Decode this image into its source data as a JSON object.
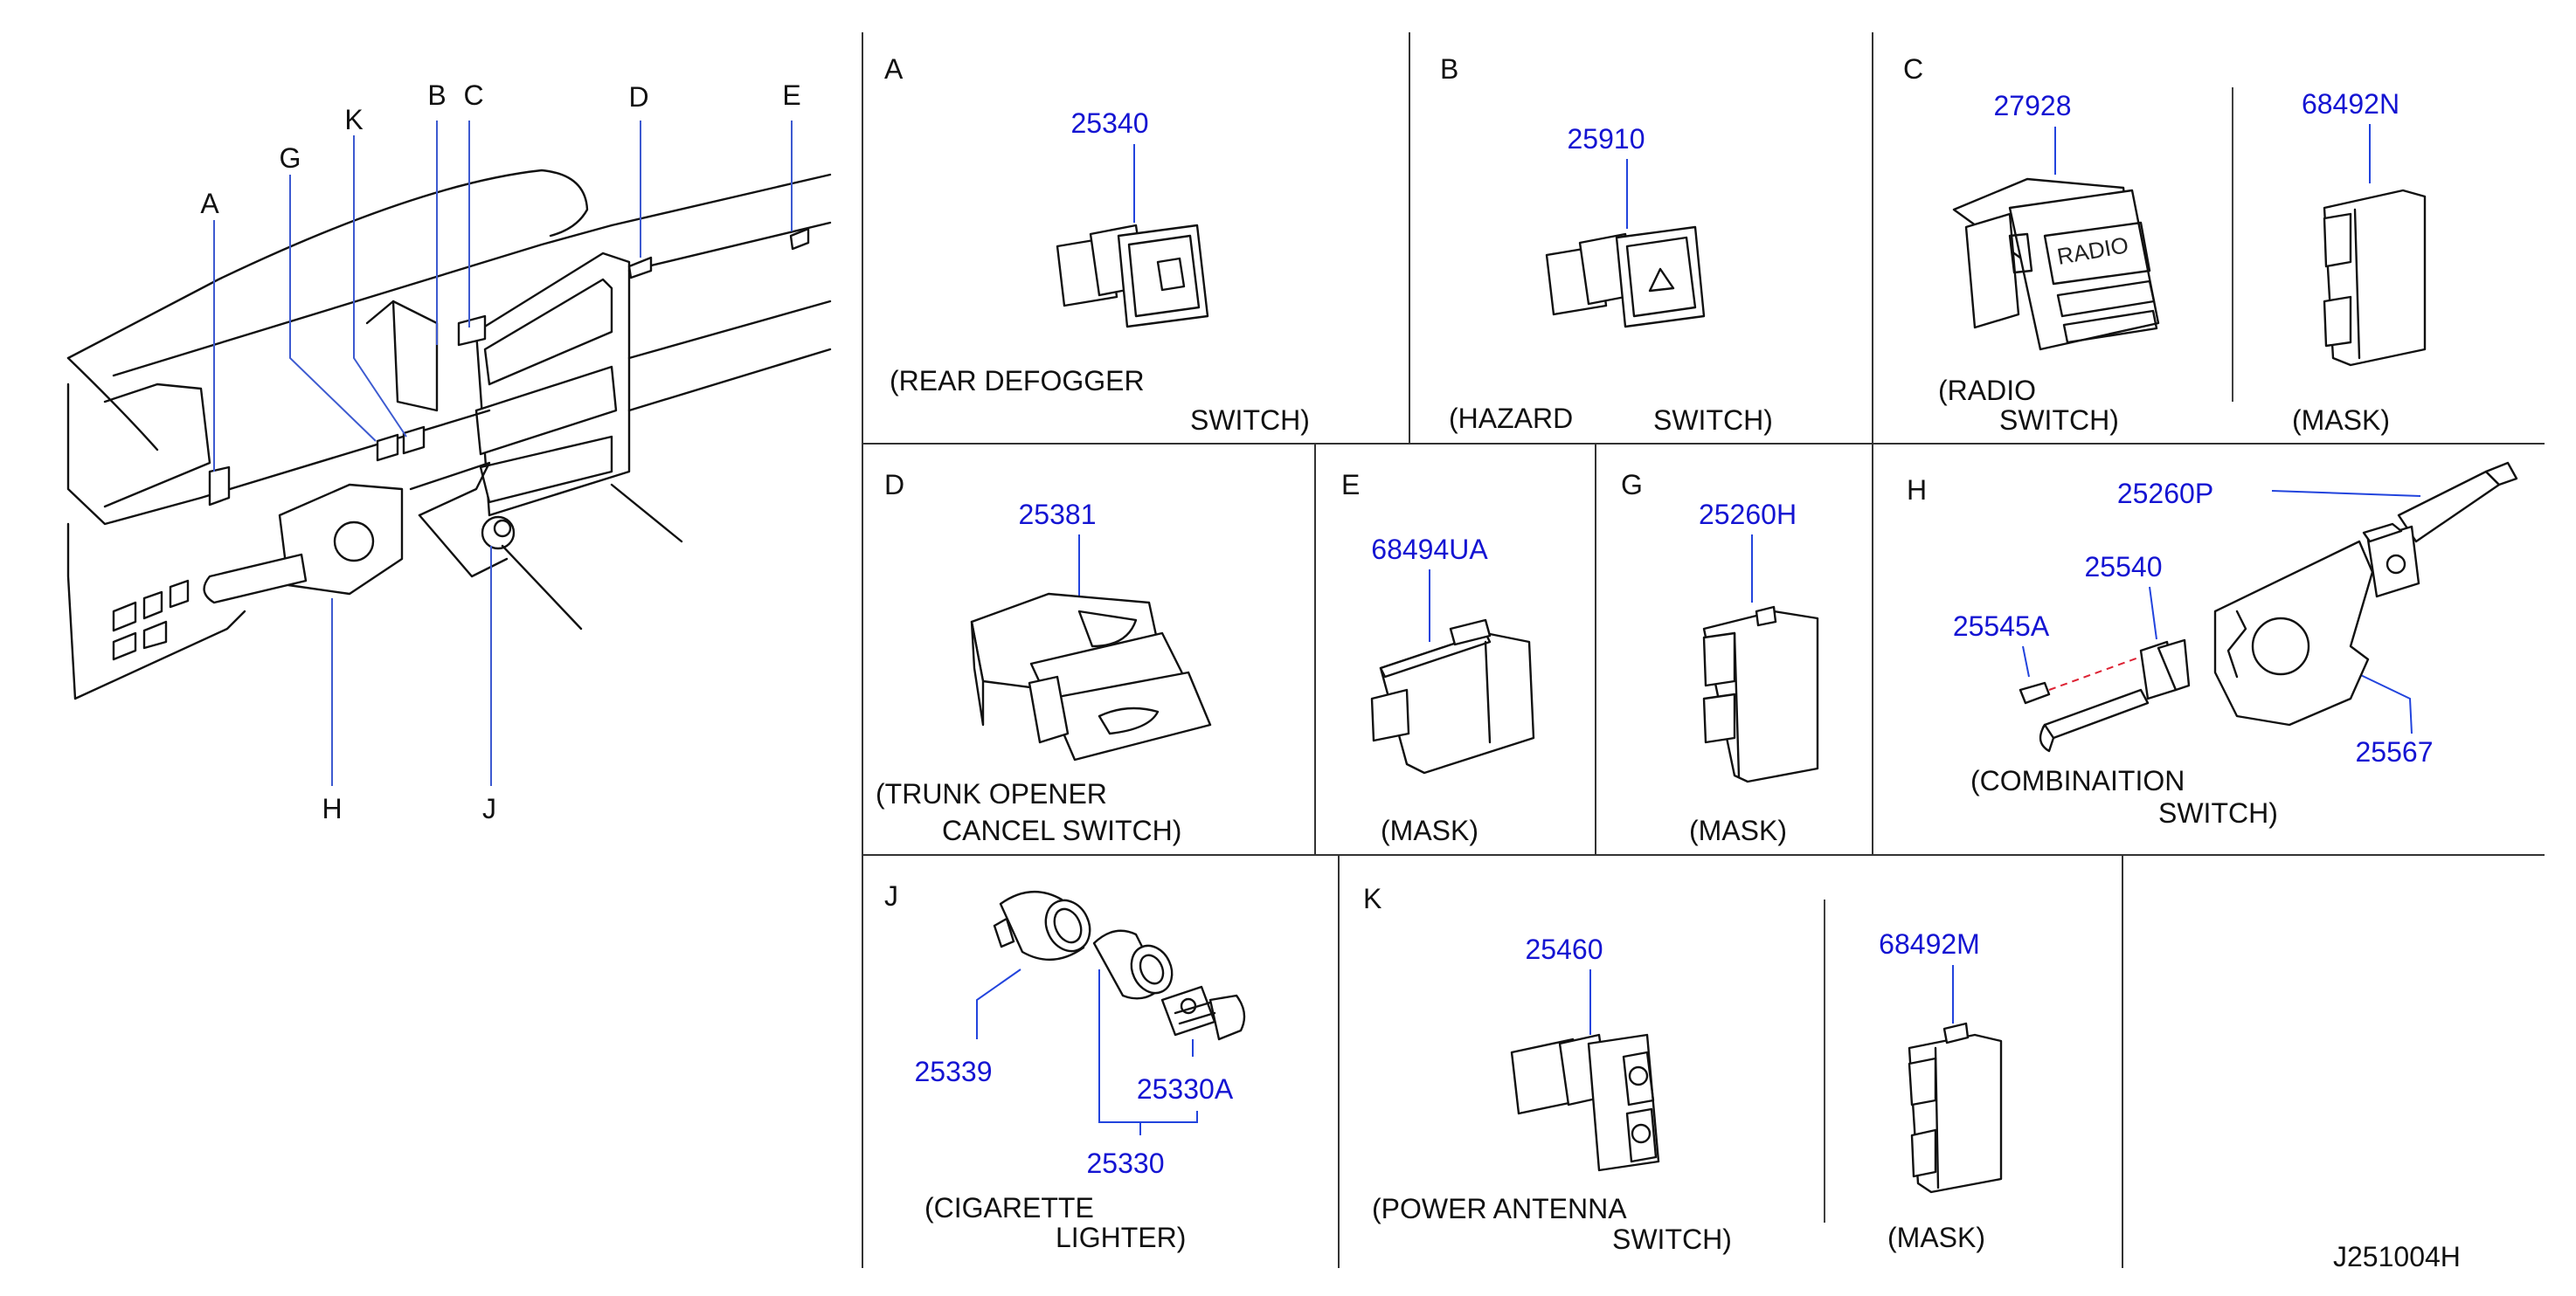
{
  "diagram_id": "J251004H",
  "overview": {
    "callouts": [
      "A",
      "B",
      "C",
      "D",
      "E",
      "G",
      "H",
      "J",
      "K"
    ]
  },
  "panels": {
    "A": {
      "letter": "A",
      "part": "25340",
      "caption1": "(REAR   DEFOGGER",
      "caption2": "SWITCH)"
    },
    "B": {
      "letter": "B",
      "part": "25910",
      "caption1": "(HAZARD",
      "caption2": "SWITCH)"
    },
    "C": {
      "letter": "C",
      "part": "27928",
      "part2": "68492N",
      "caption1": "(RADIO",
      "caption2": "SWITCH)",
      "caption3": "(MASK)",
      "radio_text": "RADIO"
    },
    "D": {
      "letter": "D",
      "part": "25381",
      "caption1": "(TRUNK   OPENER",
      "caption2": "CANCEL    SWITCH)"
    },
    "E": {
      "letter": "E",
      "part": "68494UA",
      "caption1": "(MASK)"
    },
    "G": {
      "letter": "G",
      "part": "25260H",
      "caption1": "(MASK)"
    },
    "H": {
      "letter": "H",
      "parts": [
        "25260P",
        "25540",
        "25545A",
        "25567"
      ],
      "caption1": "(COMBINAITION",
      "caption2": "SWITCH)"
    },
    "J": {
      "letter": "J",
      "parts": [
        "25339",
        "25330A",
        "25330"
      ],
      "caption1": "(CIGARETTE",
      "caption2": "LIGHTER)"
    },
    "K": {
      "letter": "K",
      "part": "25460",
      "part2": "68492M",
      "caption1": "(POWER   ANTENNA",
      "caption2": "SWITCH)",
      "caption3": "(MASK)"
    }
  }
}
